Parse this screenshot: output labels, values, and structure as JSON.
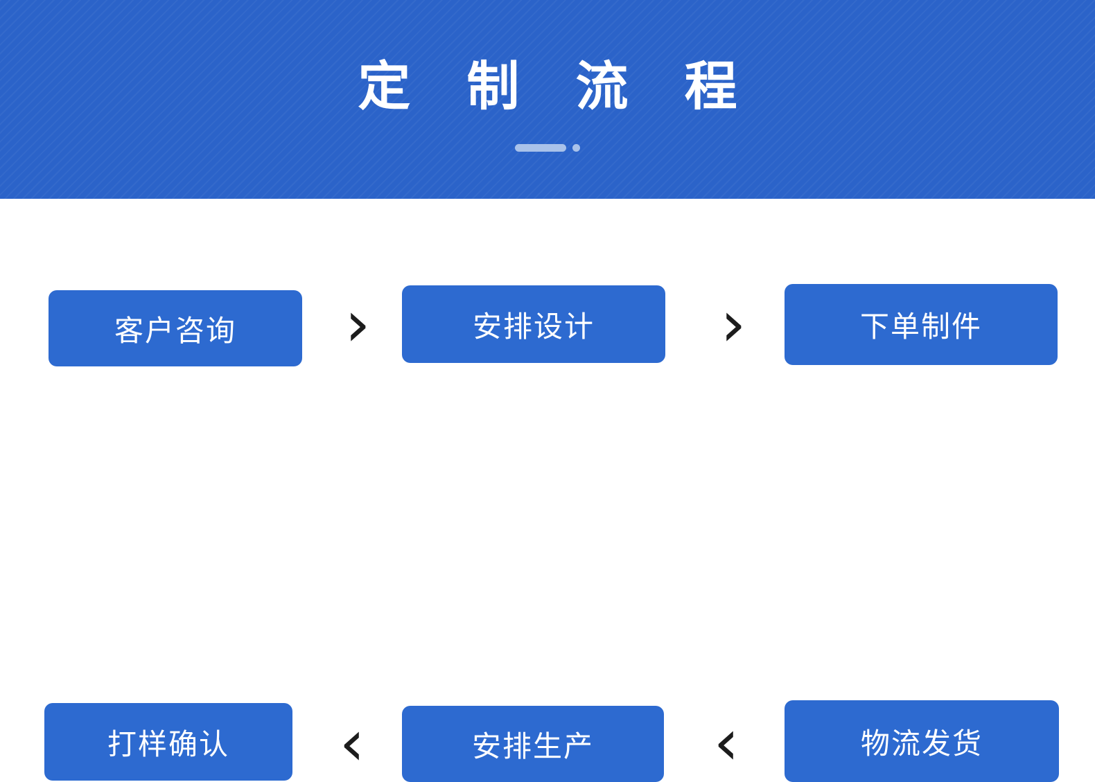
{
  "banner": {
    "title": "定 制 流 程",
    "accent_bar_color": "#a9c2ea",
    "accent_dot_color": "#a9c2ea",
    "background_color": "#2b63c9"
  },
  "flow": {
    "box_color": "#2d6ad0",
    "box_text_color": "#ffffff",
    "arrow_color": "#1c1c1c",
    "row1": {
      "direction": "left-to-right",
      "steps": [
        {
          "label": "客户咨询"
        },
        {
          "label": "安排设计"
        },
        {
          "label": "下单制件"
        }
      ],
      "arrows": [
        {
          "glyph": "›",
          "name": "chevron-right"
        },
        {
          "glyph": "›",
          "name": "chevron-right"
        }
      ]
    },
    "row2": {
      "direction": "right-to-left",
      "steps": [
        {
          "label": "打样确认"
        },
        {
          "label": "安排生产"
        },
        {
          "label": "物流发货"
        }
      ],
      "arrows": [
        {
          "glyph": "‹",
          "name": "chevron-left"
        },
        {
          "glyph": "‹",
          "name": "chevron-left"
        }
      ]
    }
  }
}
